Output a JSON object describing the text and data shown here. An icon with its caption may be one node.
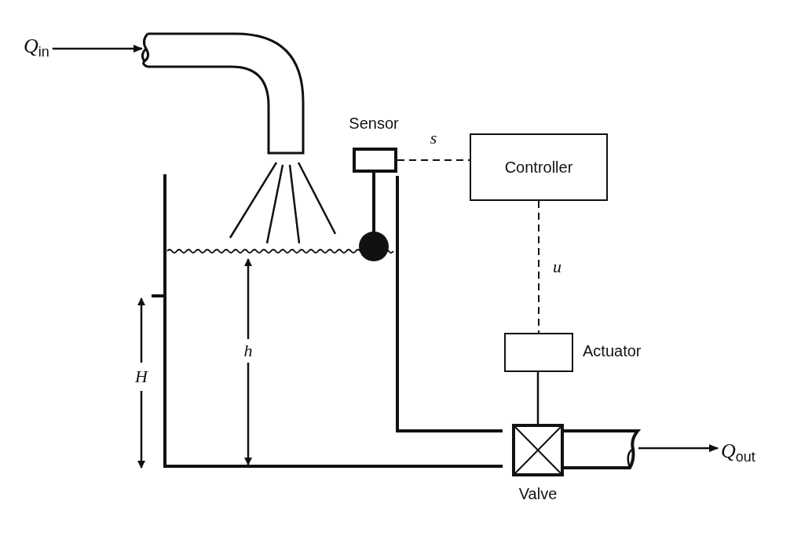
{
  "diagram": {
    "nodes": [
      {
        "text": [
          "Sensor"
        ]
      },
      {
        "text": [
          "Controller"
        ]
      },
      {
        "text": [
          "Actuator"
        ]
      },
      {
        "text": [
          "Valve"
        ]
      },
      {
        "text": [
          "*Q*$_{in}$"
        ]
      },
      {
        "text": [
          "*Q*$_{out}$"
        ]
      }
    ],
    "edges": [
      {
        "from": 0,
        "to": 1,
        "arrow": "none",
        "label": "s",
        "style": "dashed"
      },
      {
        "from": 1,
        "to": 2,
        "arrow": "none",
        "label": "u",
        "style": "dashed"
      },
      {
        "from": 2,
        "to": 3,
        "arrow": "none"
      },
      {
        "from": 4,
        "to": null,
        "arrow": "to"
      },
      {
        "from": null,
        "to": 5,
        "arrow": "to"
      }
    ],
    "labels": [
      "h",
      "H"
    ]
  }
}
